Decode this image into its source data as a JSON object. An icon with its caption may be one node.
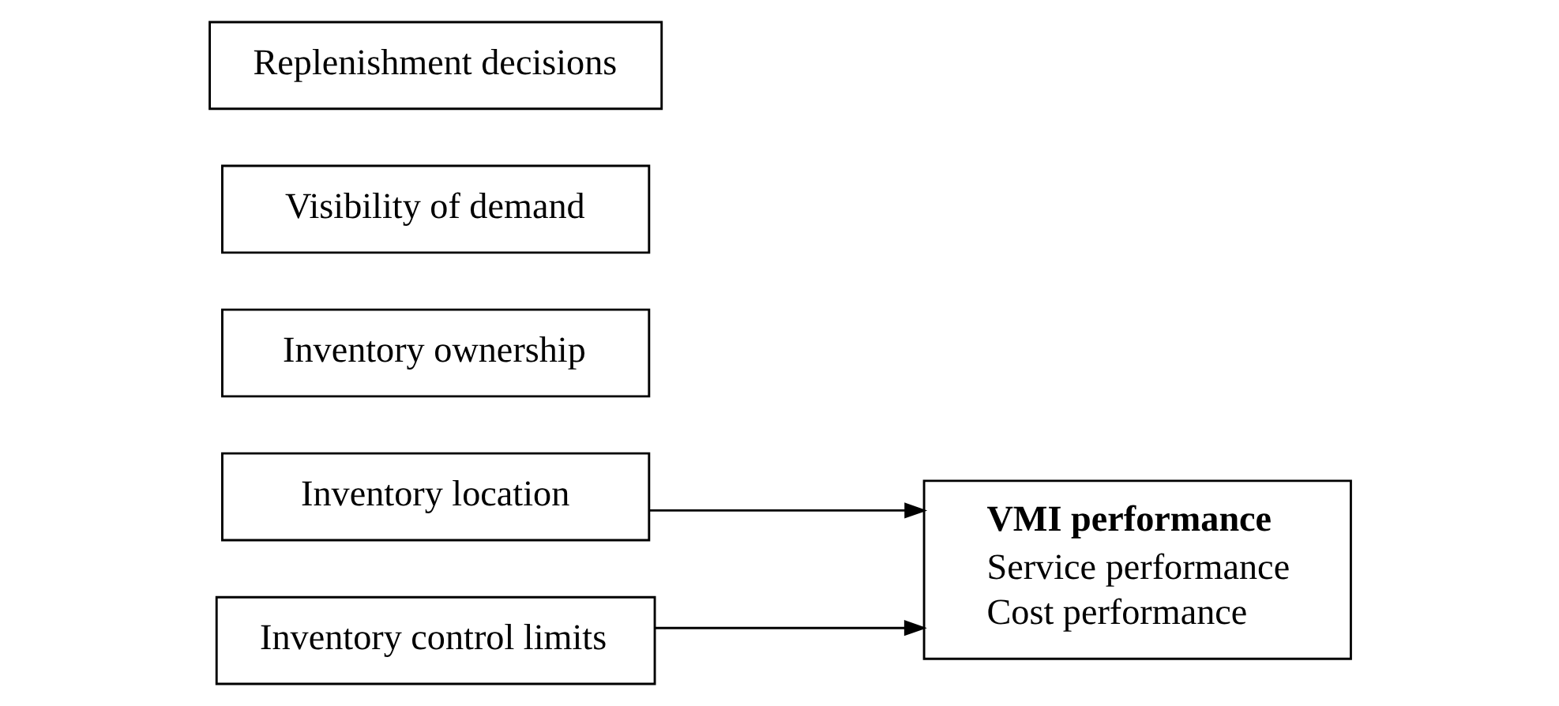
{
  "diagram": {
    "nodes": [
      {
        "text": [
          "Inventory location"
        ]
      },
      {
        "text": [
          "Inventory ownership"
        ]
      },
      {
        "text": [
          "Visibility of demand"
        ]
      },
      {
        "text": [
          "Replenishment decisions"
        ]
      },
      {
        "text": [
          "Inventory control limits"
        ]
      },
      {
        "text": [
          "VMI performance",
          "Service performance",
          "Cost performance"
        ]
      }
    ],
    "edges": [
      {
        "from": 0,
        "to": 5,
        "arrow": "to"
      },
      {
        "from": 4,
        "to": 5,
        "arrow": "to"
      }
    ]
  }
}
